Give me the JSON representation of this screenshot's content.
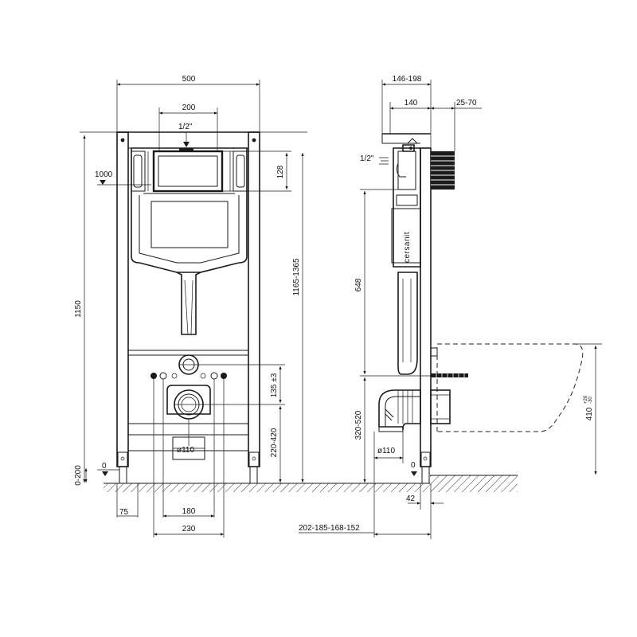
{
  "front_view": {
    "width_top": "500",
    "width_button": "200",
    "pipe_inlet": "1/2\"",
    "inlet_height": "1000",
    "frame_height": "1150",
    "button_height": "128",
    "total_height_range": "1165-1365",
    "fixing_bolts": "135 ±3",
    "drain_height": "220-420",
    "drain_diameter": "ø110",
    "leg_offset": "75",
    "bolt_spacing": "180",
    "inner_width": "230",
    "zero_mark": "0",
    "floor_range": "0-200"
  },
  "side_view": {
    "depth_range": "146-198",
    "frame_depth": "140",
    "wall_range": "25-70",
    "pipe_inlet": "1/2\"",
    "brand": "cersanit",
    "height_648": "648",
    "drain_range": "320-520",
    "drain_diameter": "ø110",
    "zero_mark": "0",
    "bottom_42": "42",
    "depth_options": "202-185-168-152",
    "bowl_height": "410",
    "bowl_tol_plus": "+20",
    "bowl_tol_minus": "-30"
  }
}
